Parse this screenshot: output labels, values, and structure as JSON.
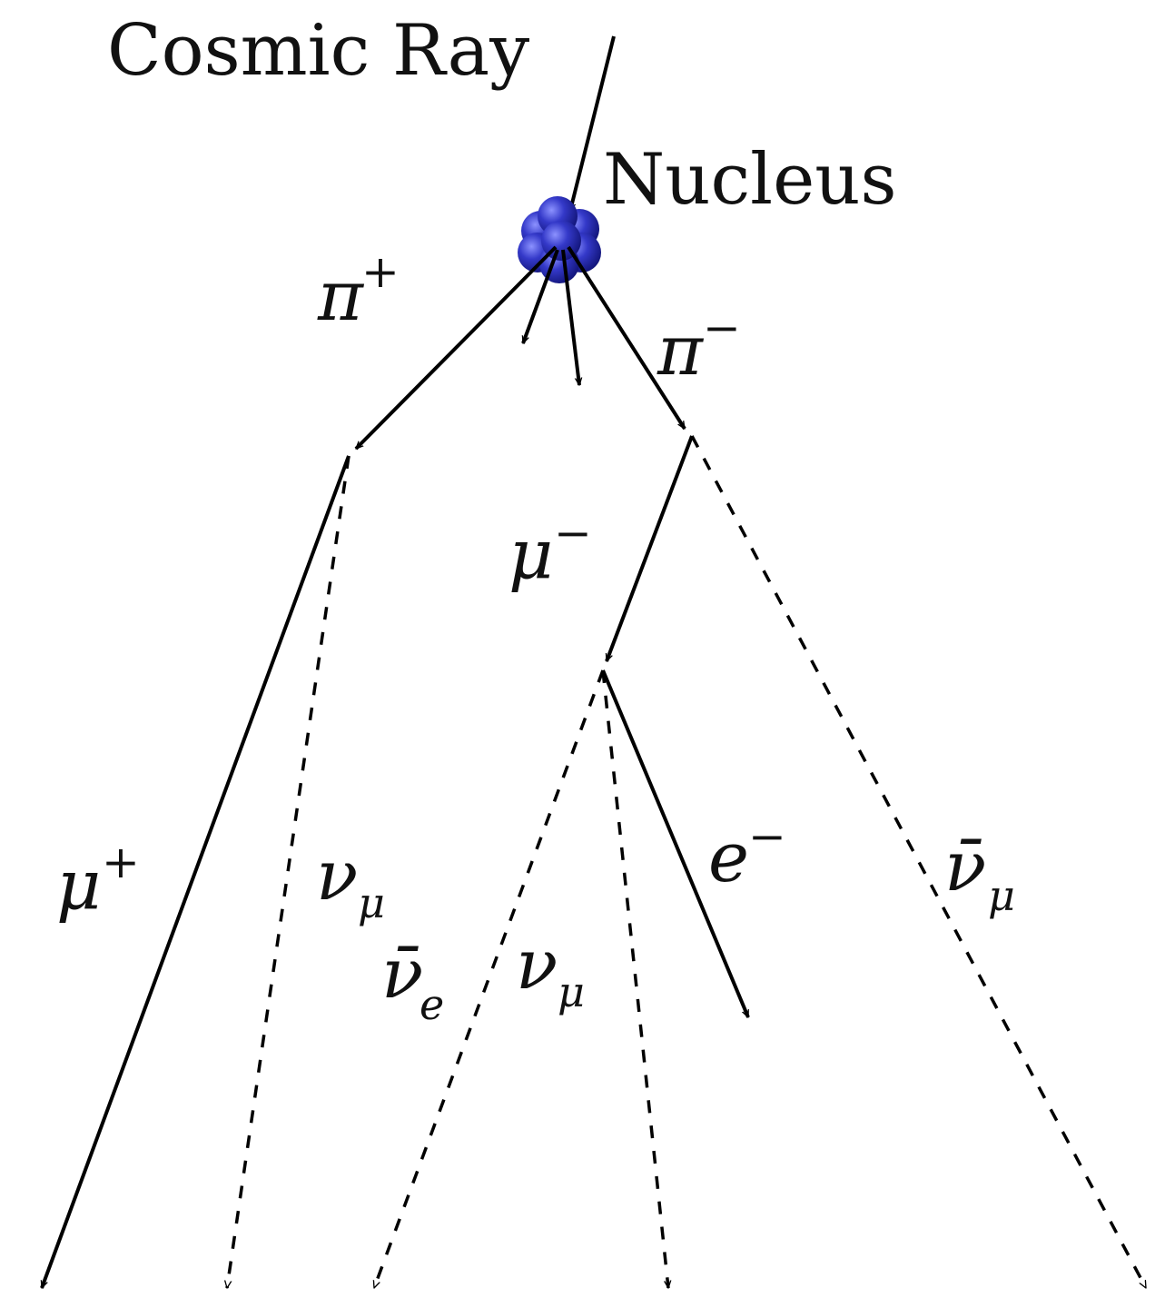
{
  "labels": {
    "cosmic_ray": "Cosmic Ray",
    "nucleus": "Nucleus",
    "pi_plus": "π",
    "pi_plus_sign": "+",
    "pi_minus": "π",
    "pi_minus_sign": "−",
    "mu_minus": "μ",
    "mu_minus_sign": "−",
    "mu_plus": "μ",
    "mu_plus_sign": "+",
    "nu_mu_1": "ν",
    "nu_mu_1_sub": "μ",
    "nu_mu_2": "ν",
    "nu_mu_2_sub": "μ",
    "nubar_e": "ν̄",
    "nubar_e_sub": "e",
    "nubar_mu": "ν̄",
    "nubar_mu_sub": "μ",
    "e_minus": "e",
    "e_minus_sign": "−"
  },
  "colors": {
    "nucleus": "#2a2fb8",
    "nucleus_highlight": "#7f86ff",
    "ink": "#000000"
  }
}
